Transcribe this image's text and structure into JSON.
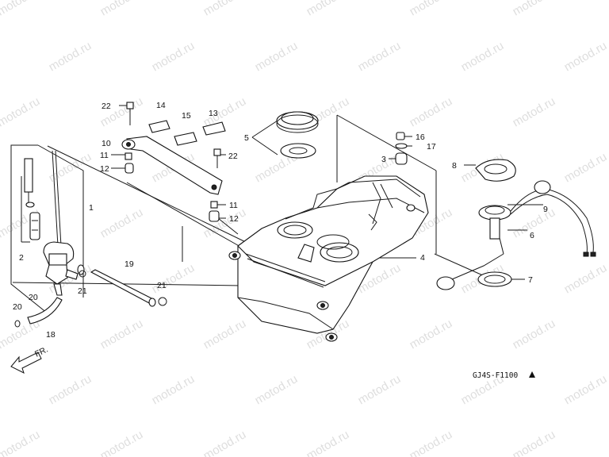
{
  "watermark": "motod.ru",
  "diagram_code": "GJ4S-F1100",
  "front_arrow_label": "FR.",
  "callouts": [
    "1",
    "2",
    "3",
    "4",
    "5",
    "6",
    "7",
    "8",
    "9",
    "10",
    "11",
    "11",
    "12",
    "12",
    "13",
    "14",
    "15",
    "16",
    "17",
    "18",
    "19",
    "20",
    "20",
    "21",
    "21",
    "22",
    "22"
  ]
}
